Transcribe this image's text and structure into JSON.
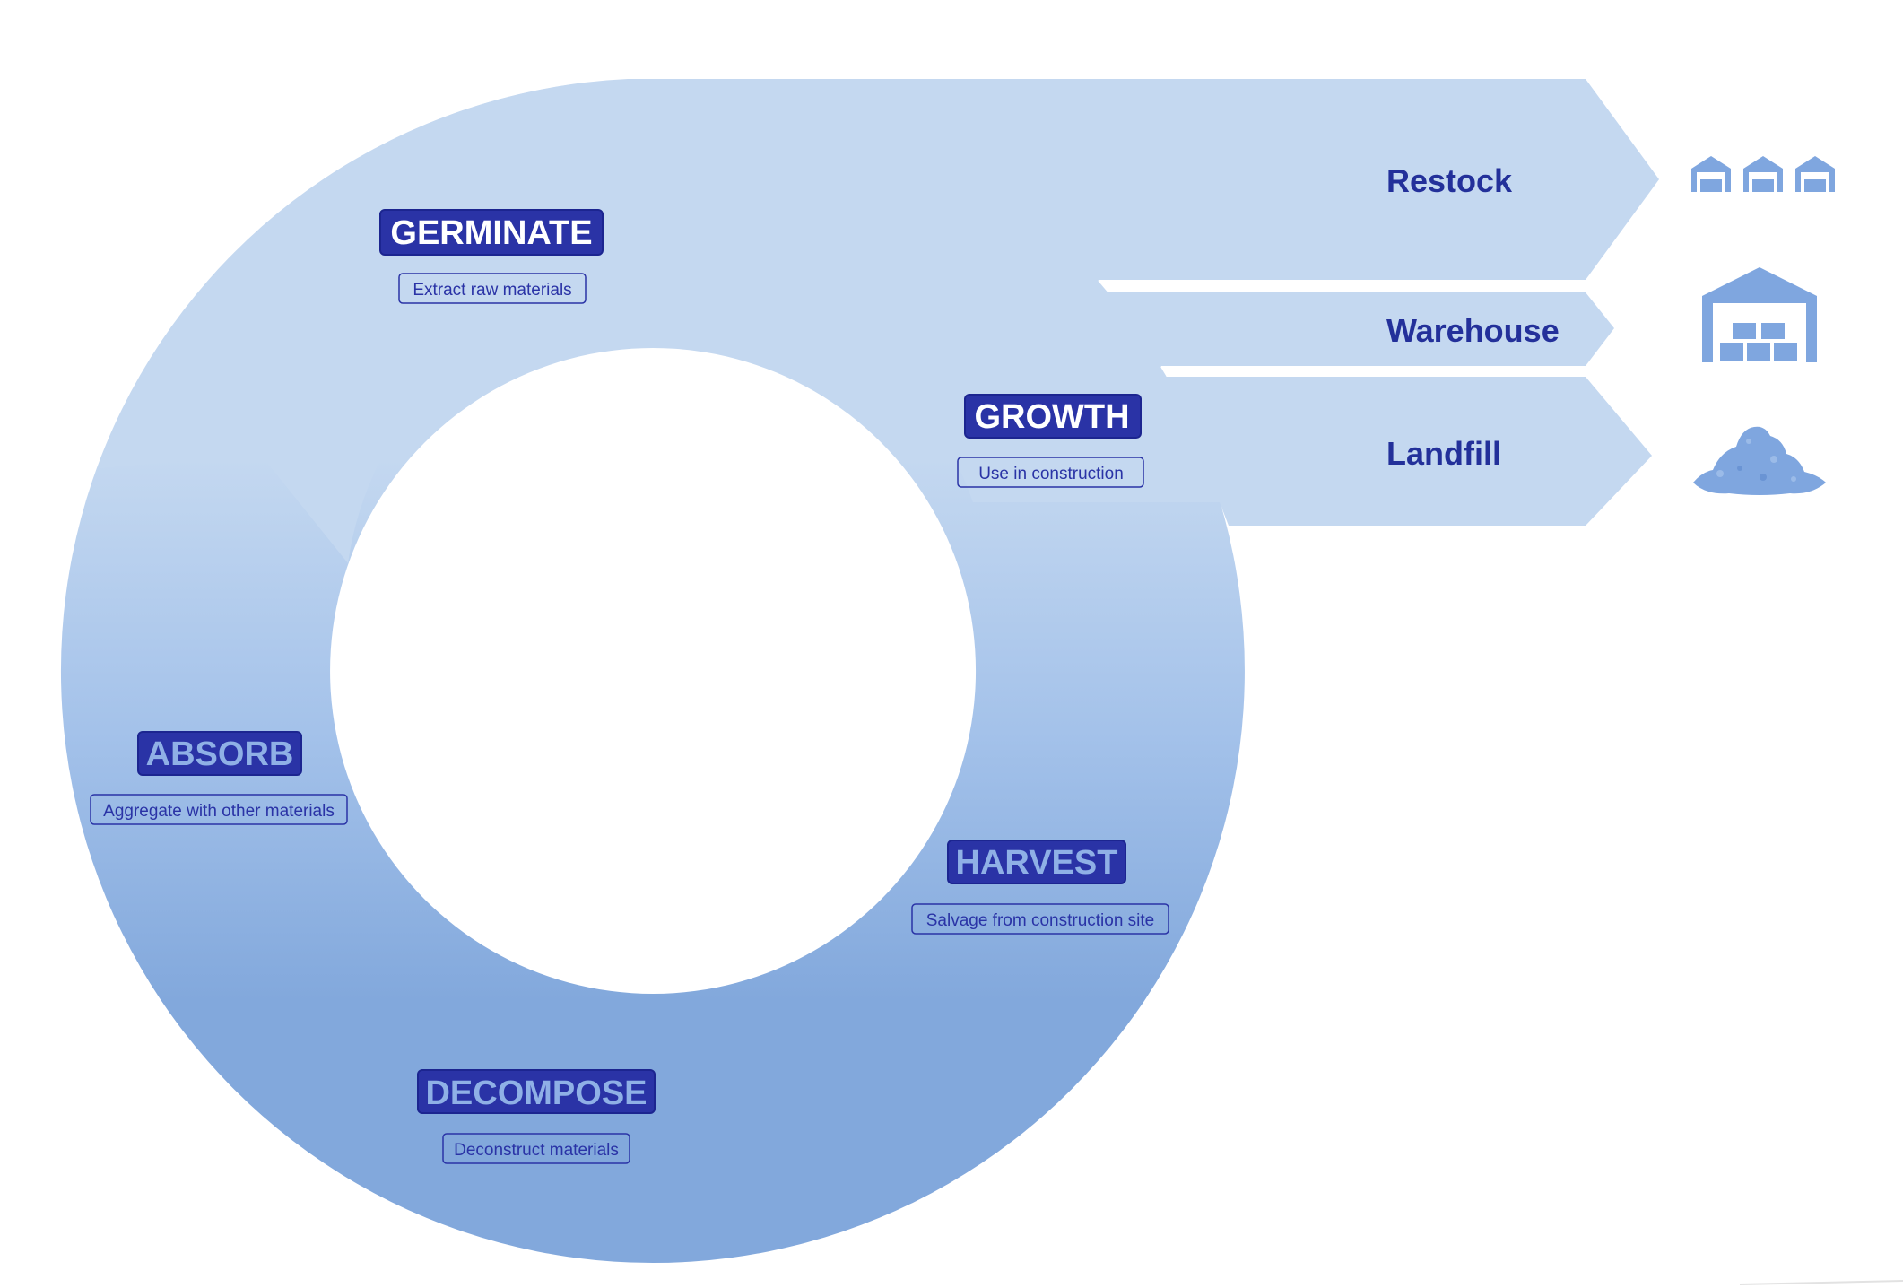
{
  "colors": {
    "band_light": "#c4d8f0",
    "band_dark": "#82a8dc",
    "label_bg": "#2a33a6",
    "label_border": "#1c2590",
    "title_text": "#8fb0e6",
    "desc_text": "#2a33a6",
    "icon_fill": "#7fa6df"
  },
  "stages": [
    {
      "id": "germinate",
      "title": "GERMINATE",
      "description": "Extract raw materials"
    },
    {
      "id": "growth",
      "title": "GROWTH",
      "description": "Use in construction"
    },
    {
      "id": "harvest",
      "title": "HARVEST",
      "description": "Salvage from construction site"
    },
    {
      "id": "decompose",
      "title": "DECOMPOSE",
      "description": "Deconstruct materials"
    },
    {
      "id": "absorb",
      "title": "ABSORB",
      "description": "Aggregate with other materials"
    }
  ],
  "outputs": [
    {
      "id": "restock",
      "label": "Restock",
      "icon": "small-warehouses-icon"
    },
    {
      "id": "warehouse",
      "label": "Warehouse",
      "icon": "warehouse-icon"
    },
    {
      "id": "landfill",
      "label": "Landfill",
      "icon": "rubble-pile-icon"
    }
  ]
}
